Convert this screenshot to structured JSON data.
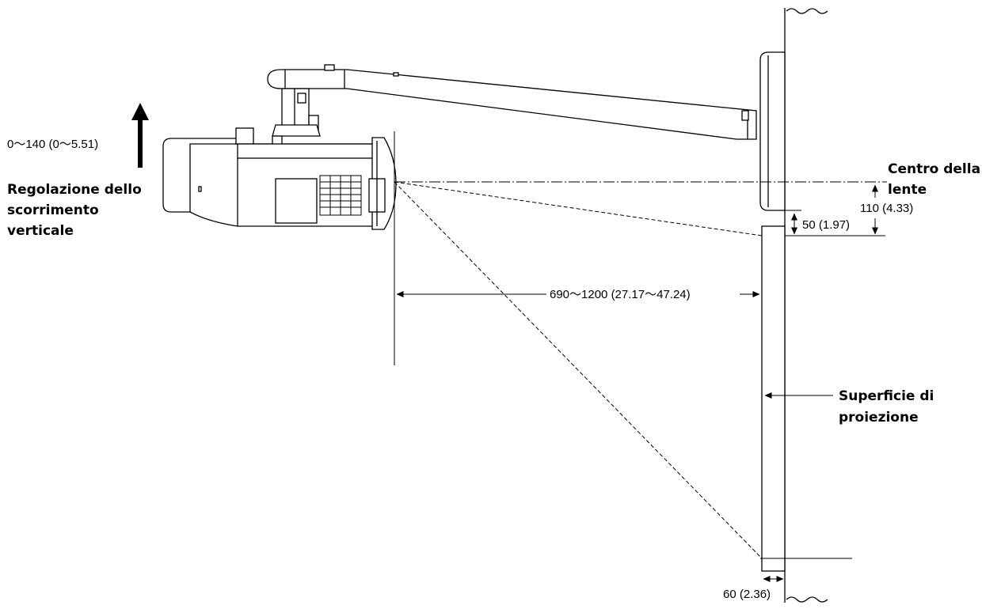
{
  "labels": {
    "shift_range": "0〜140 (0〜5.51)",
    "shift_title_1": "Regolazione dello",
    "shift_title_2": "scorrimento",
    "shift_title_3": "verticale",
    "lens_center_1": "Centro della",
    "lens_center_2": "lente",
    "surface_1": "Superficie di",
    "surface_2": "proiezione"
  },
  "dimensions": {
    "lens_offset": "110 (4.33)",
    "screen_offset": "50 (1.97)",
    "throw_distance": "690〜1200 (27.17〜47.24)",
    "wall_gap": "60 (2.36)"
  }
}
